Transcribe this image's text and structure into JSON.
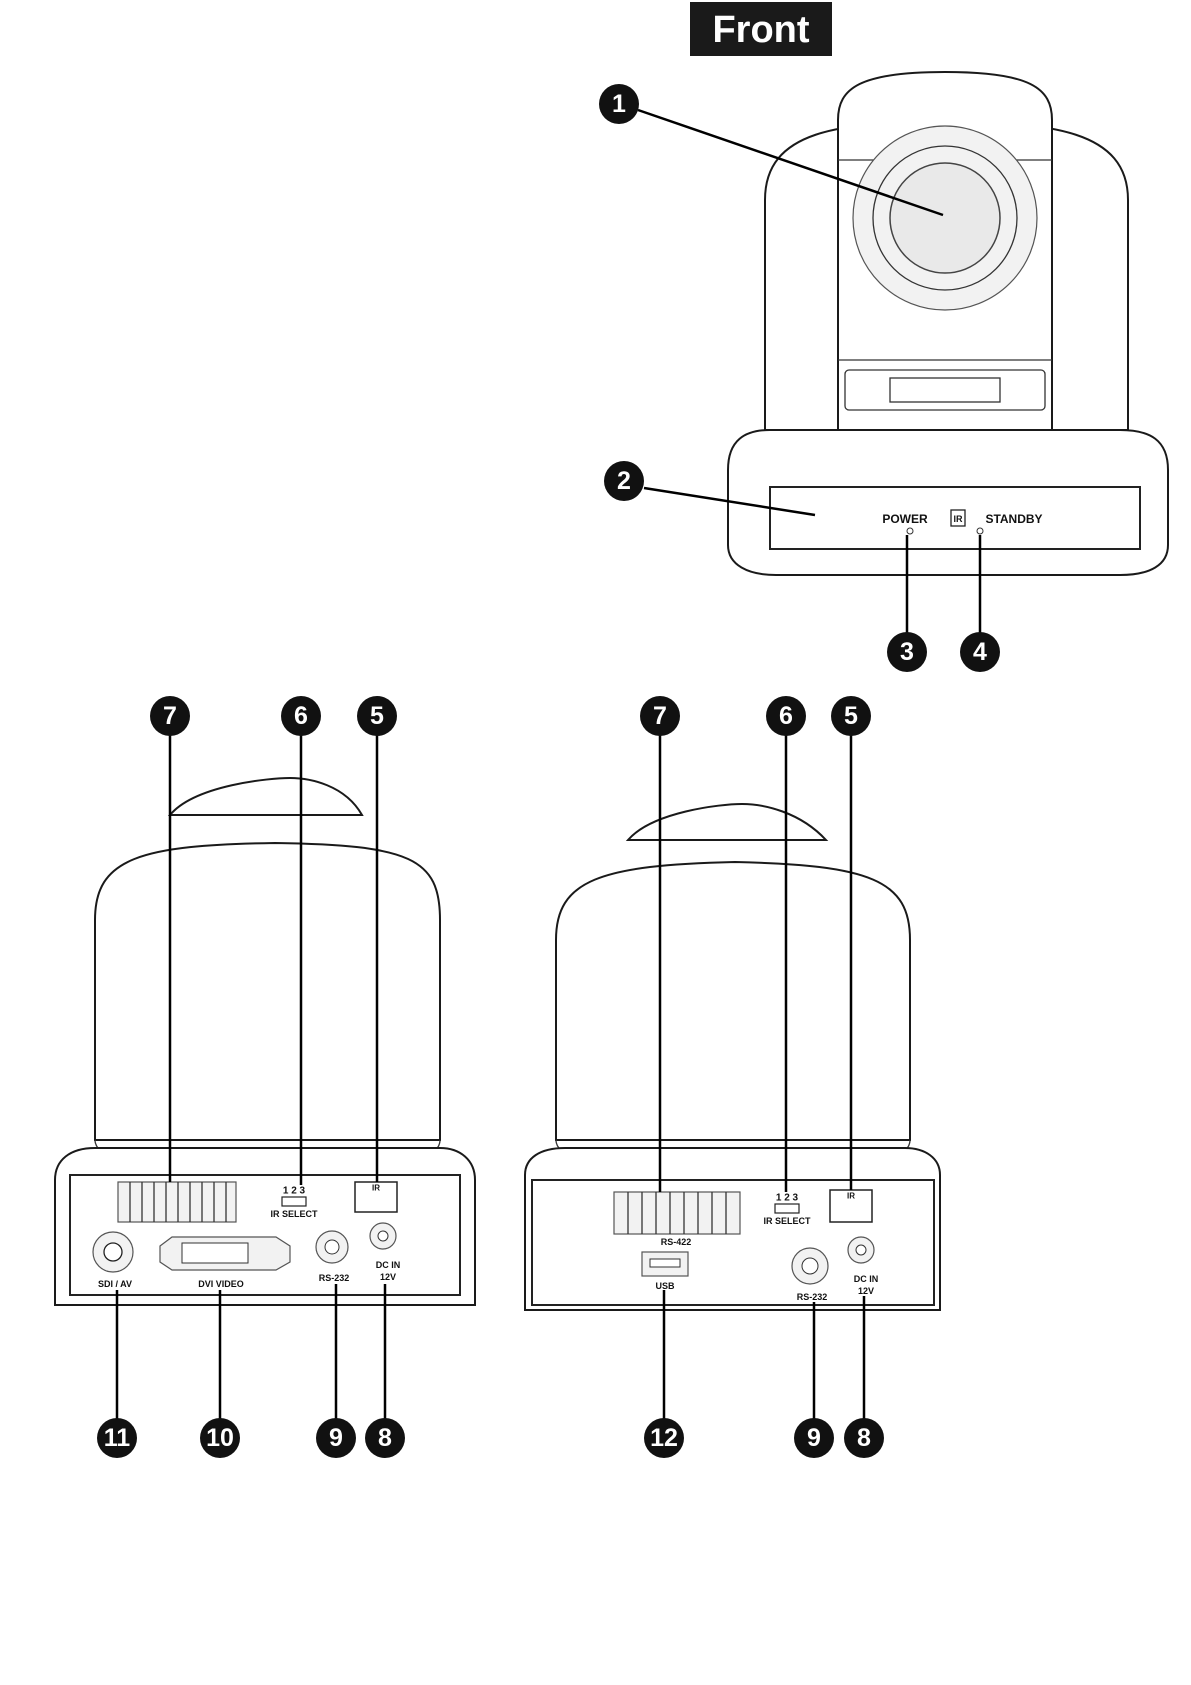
{
  "header": {
    "title": "Front"
  },
  "front_panel": {
    "power_label": "POWER",
    "standby_label": "STANDBY",
    "ir_label": "IR"
  },
  "rear_left": {
    "ir_select_numbers": "1 2 3",
    "ir_select_label": "IR SELECT",
    "ir_window_label": "IR",
    "sdi_label": "SDI / AV",
    "dvi_label": "DVI  VIDEO",
    "rs232_label": "RS-232",
    "dc_in_label": "DC IN",
    "dc_voltage_label": "12V"
  },
  "rear_right": {
    "ir_select_numbers": "1 2 3",
    "ir_select_label": "IR SELECT",
    "ir_window_label": "IR",
    "rs422_label": "RS-422",
    "usb_label": "USB",
    "rs232_label": "RS-232",
    "dc_in_label": "DC IN",
    "dc_voltage_label": "12V"
  },
  "callouts": {
    "front": [
      "1",
      "2",
      "3",
      "4"
    ],
    "rear_left_top": [
      "7",
      "6",
      "5"
    ],
    "rear_left_bottom": [
      "11",
      "10",
      "9",
      "8"
    ],
    "rear_right_top": [
      "7",
      "6",
      "5"
    ],
    "rear_right_bottom": [
      "12",
      "9",
      "8"
    ]
  }
}
